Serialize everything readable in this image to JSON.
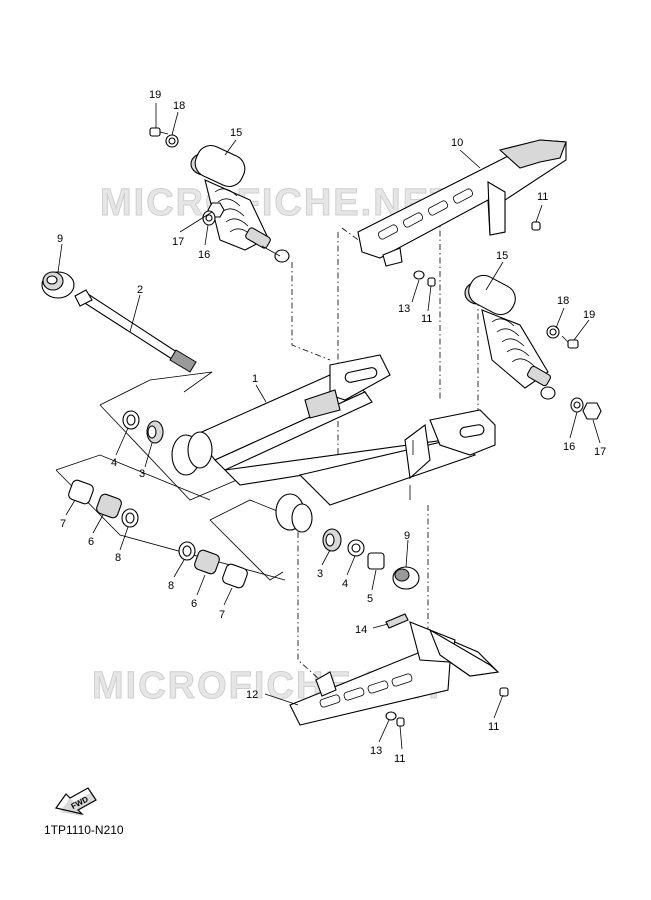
{
  "watermarks": [
    "MICROFICHE.NET",
    "MICROFICHE.NET"
  ],
  "diagram_code": "1TP1110-N210",
  "fwd_label": "FWD",
  "callouts": [
    {
      "id": "c19a",
      "text": "19"
    },
    {
      "id": "c18a",
      "text": "18"
    },
    {
      "id": "c15a",
      "text": "15"
    },
    {
      "id": "c17a",
      "text": "17"
    },
    {
      "id": "c16a",
      "text": "16"
    },
    {
      "id": "c10",
      "text": "10"
    },
    {
      "id": "c11a",
      "text": "11"
    },
    {
      "id": "c9a",
      "text": "9"
    },
    {
      "id": "c2",
      "text": "2"
    },
    {
      "id": "c13a",
      "text": "13"
    },
    {
      "id": "c11b",
      "text": "11"
    },
    {
      "id": "c15b",
      "text": "15"
    },
    {
      "id": "c18b",
      "text": "18"
    },
    {
      "id": "c19b",
      "text": "19"
    },
    {
      "id": "c1",
      "text": "1"
    },
    {
      "id": "c4a",
      "text": "4"
    },
    {
      "id": "c3a",
      "text": "3"
    },
    {
      "id": "c16b",
      "text": "16"
    },
    {
      "id": "c17b",
      "text": "17"
    },
    {
      "id": "c7a",
      "text": "7"
    },
    {
      "id": "c6a",
      "text": "6"
    },
    {
      "id": "c8a",
      "text": "8"
    },
    {
      "id": "c9b",
      "text": "9"
    },
    {
      "id": "c3b",
      "text": "3"
    },
    {
      "id": "c4b",
      "text": "4"
    },
    {
      "id": "c5",
      "text": "5"
    },
    {
      "id": "c8b",
      "text": "8"
    },
    {
      "id": "c6b",
      "text": "6"
    },
    {
      "id": "c7b",
      "text": "7"
    },
    {
      "id": "c14",
      "text": "14"
    },
    {
      "id": "c12",
      "text": "12"
    },
    {
      "id": "c11c",
      "text": "11"
    },
    {
      "id": "c13b",
      "text": "13"
    },
    {
      "id": "c11d",
      "text": "11"
    }
  ]
}
